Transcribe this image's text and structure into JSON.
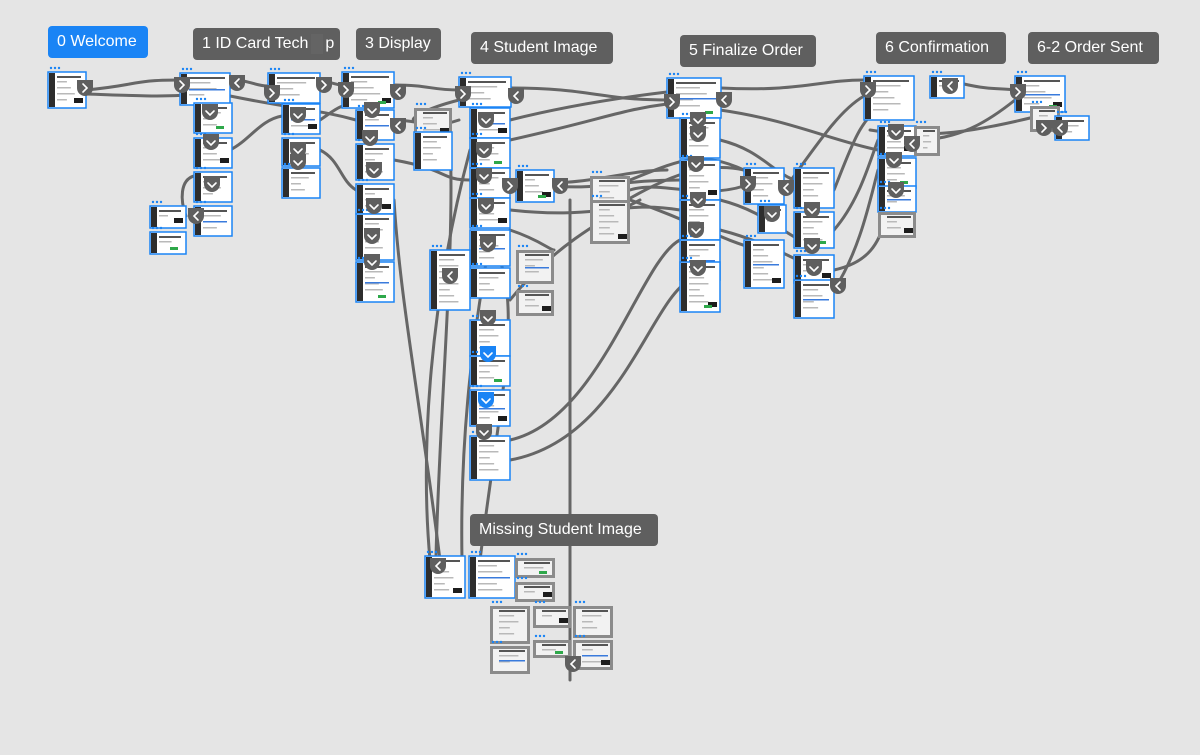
{
  "canvas": {
    "background": "#e5e5e5",
    "accent": "#1a84f5",
    "label_color": "#5f5f5f",
    "wire_color": "#666666"
  },
  "sections": [
    {
      "id": "welcome",
      "label": "0 Welcome",
      "selected": true
    },
    {
      "id": "id-card-tech",
      "label": "1 ID Card Tech",
      "trailing": "p",
      "selected": false
    },
    {
      "id": "display",
      "label": "3 Display",
      "selected": false
    },
    {
      "id": "student-image",
      "label": "4 Student Image",
      "selected": false
    },
    {
      "id": "finalize-order",
      "label": "5 Finalize Order",
      "selected": false
    },
    {
      "id": "confirmation",
      "label": "6 Confirmation",
      "selected": false
    },
    {
      "id": "order-sent",
      "label": "6-2 Order Sent",
      "selected": false
    },
    {
      "id": "missing-student-image",
      "label": "Missing Student Image",
      "selected": false
    }
  ],
  "icons": {
    "forward": "chevron-right-icon",
    "back": "chevron-left-icon",
    "down": "chevron-down-icon",
    "more": "more-dots-icon"
  }
}
